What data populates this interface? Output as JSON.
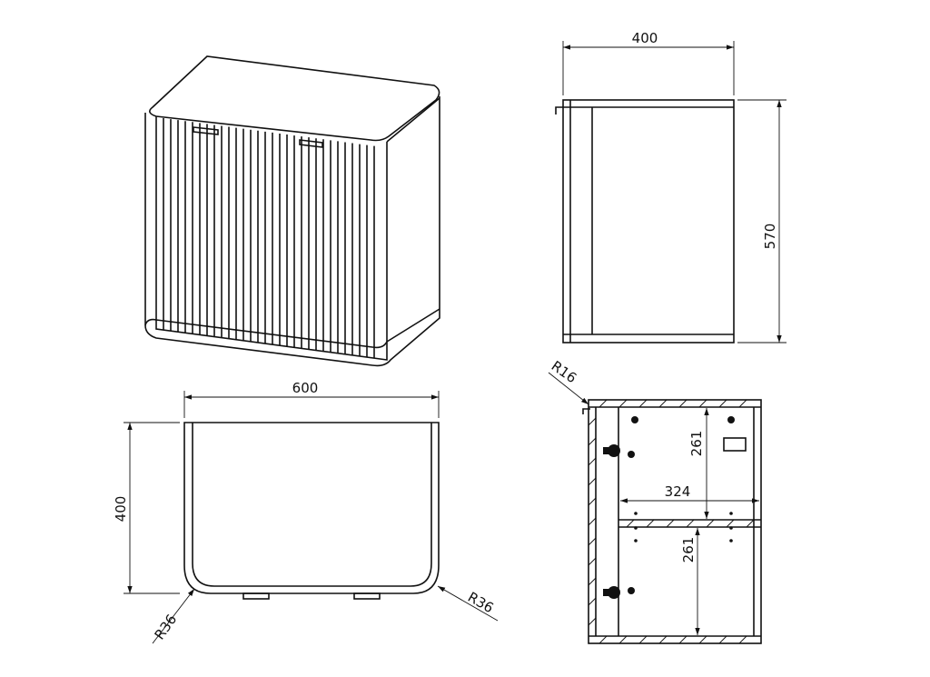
{
  "title": "Cabinet technical drawing",
  "dimensions": {
    "side_width": "400",
    "side_height": "570",
    "top_width": "600",
    "top_depth": "400",
    "radius_left": "R36",
    "radius_right": "R36",
    "radius_section": "R16",
    "section_inner_width": "324",
    "section_upper_height": "261",
    "section_lower_height": "261"
  },
  "colors": {
    "line": "#111111",
    "background": "#ffffff"
  }
}
